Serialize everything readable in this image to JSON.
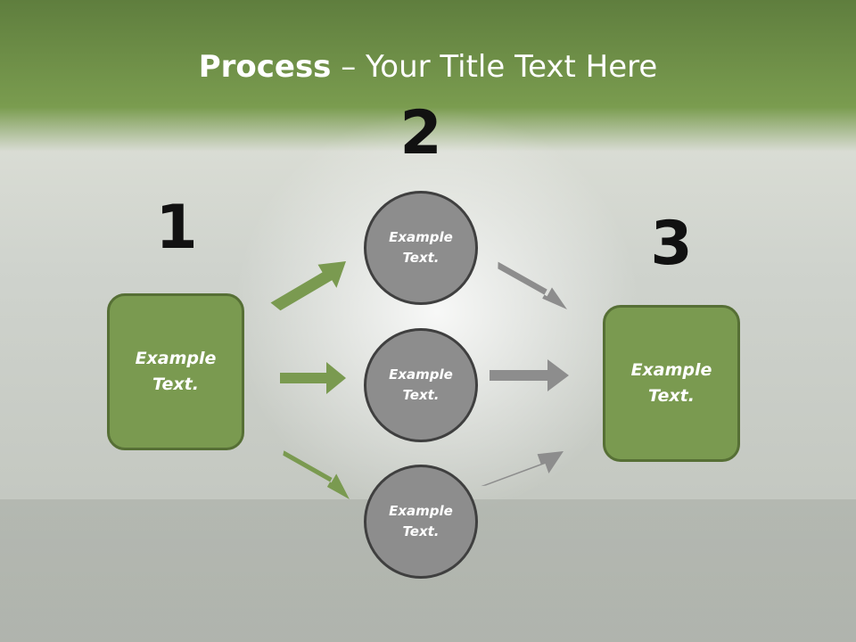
{
  "title": {
    "bold": "Process",
    "rest": " – Your Title Text Here"
  },
  "numbers": [
    "1",
    "2",
    "3"
  ],
  "left_box": {
    "text": "Example\nText."
  },
  "circles": [
    {
      "text": "Example\nText."
    },
    {
      "text": "Example\nText."
    },
    {
      "text": "Example\nText."
    }
  ],
  "right_box": {
    "text": "Example\nText."
  },
  "colors": {
    "green_fill": "#7a9a50",
    "green_border": "#566f35",
    "circle_fill": "#8d8d8d",
    "circle_border": "#3f3f3f",
    "green_arrow": "#7a9a50",
    "gray_arrow": "#8d8d8d"
  }
}
